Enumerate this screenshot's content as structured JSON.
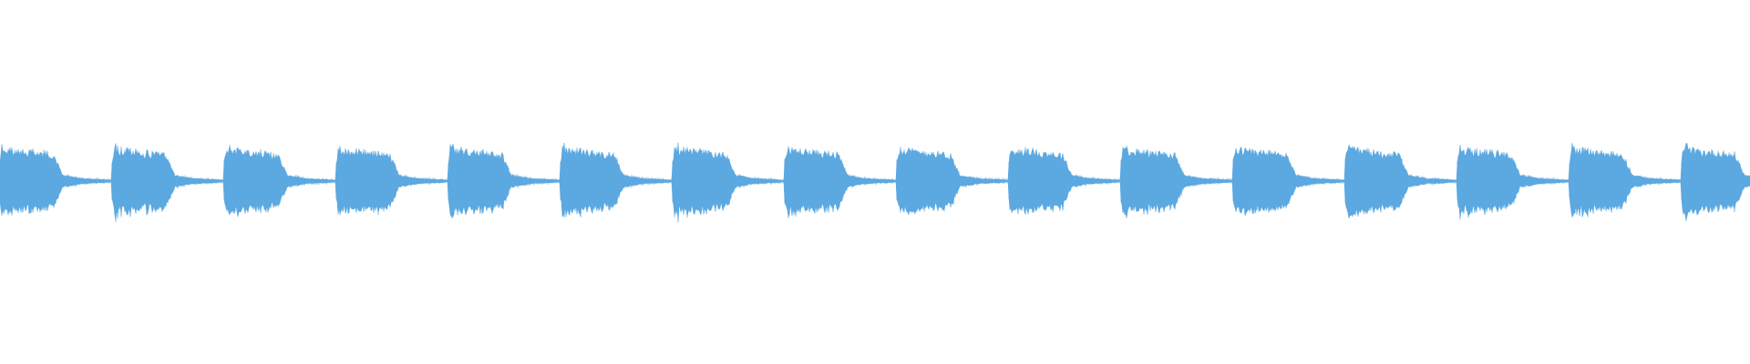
{
  "waveform": {
    "color": "#5ca8e0",
    "background": "#ffffff",
    "hit_count": 16,
    "attack_level": 0.95,
    "tail_level": 0.05
  }
}
